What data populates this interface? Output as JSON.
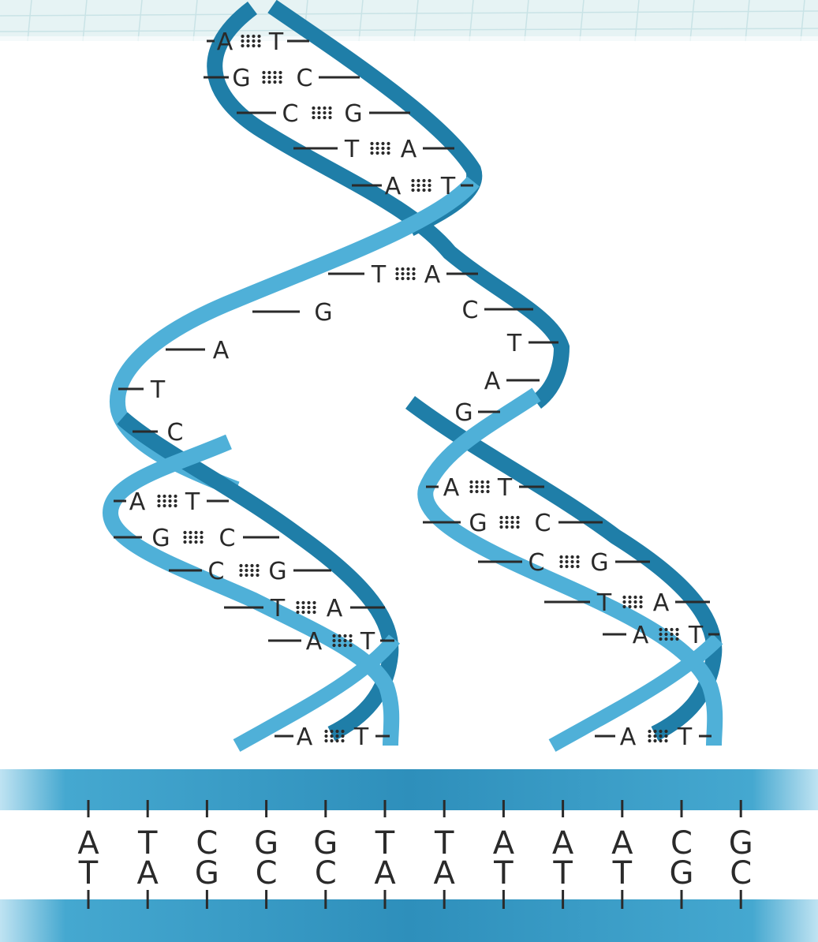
{
  "top_helix": {
    "pairs": [
      {
        "left": "A",
        "right": "T",
        "bonds": 3
      },
      {
        "left": "G",
        "right": "C",
        "bonds": 3
      },
      {
        "left": "C",
        "right": "G",
        "bonds": 3
      },
      {
        "left": "T",
        "right": "A",
        "bonds": 3
      },
      {
        "left": "A",
        "right": "T",
        "bonds": 3
      },
      {
        "left": "T",
        "right": "A",
        "bonds": 3
      }
    ]
  },
  "separated": {
    "left_strand": [
      "G",
      "A",
      "T",
      "C"
    ],
    "right_strand": [
      "C",
      "T",
      "A",
      "G"
    ]
  },
  "left_daughter": {
    "pairs": [
      {
        "left": "A",
        "right": "T",
        "bonds": 3
      },
      {
        "left": "G",
        "right": "C",
        "bonds": 3
      },
      {
        "left": "C",
        "right": "G",
        "bonds": 3
      },
      {
        "left": "T",
        "right": "A",
        "bonds": 3
      },
      {
        "left": "A",
        "right": "T",
        "bonds": 3
      },
      {
        "left": "A",
        "right": "T",
        "bonds": 3
      }
    ]
  },
  "right_daughter": {
    "pairs": [
      {
        "left": "A",
        "right": "T",
        "bonds": 3
      },
      {
        "left": "G",
        "right": "C",
        "bonds": 3
      },
      {
        "left": "C",
        "right": "G",
        "bonds": 3
      },
      {
        "left": "T",
        "right": "A",
        "bonds": 3
      },
      {
        "left": "A",
        "right": "T",
        "bonds": 3
      },
      {
        "left": "A",
        "right": "T",
        "bonds": 3
      }
    ]
  },
  "linear_dna": {
    "top_bases": [
      "A",
      "T",
      "C",
      "G",
      "G",
      "T",
      "T",
      "A",
      "A",
      "A",
      "C",
      "G"
    ],
    "bottom_bases": [
      "T",
      "A",
      "G",
      "C",
      "C",
      "A",
      "A",
      "T",
      "T",
      "T",
      "G",
      "C"
    ]
  },
  "colors": {
    "strand_light": "#4fb0d8",
    "strand_dark": "#1f7ea8",
    "text": "#2a2a2a",
    "grid_bg": "#e6f3f4"
  }
}
